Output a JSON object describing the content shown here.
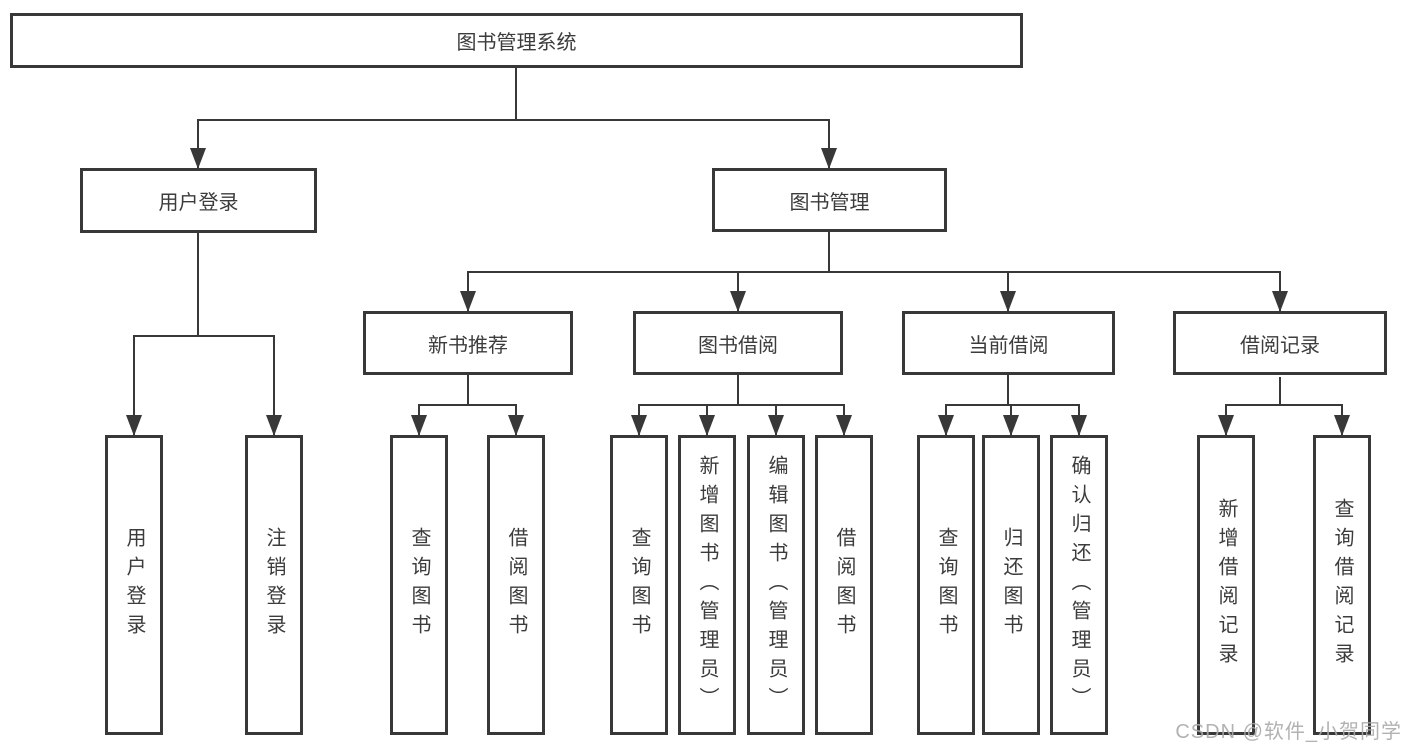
{
  "diagram_title": "图书管理系统",
  "nodes": {
    "root": "图书管理系统",
    "user_login": "用户登录",
    "book_mgmt": "图书管理",
    "new_book_rec": "新书推荐",
    "book_borrow": "图书借阅",
    "current_borrow": "当前借阅",
    "borrow_records": "借阅记录",
    "leaf_user_login": "用户登录",
    "leaf_logout": "注销登录",
    "leaf_query_book_a": "查询图书",
    "leaf_borrow_book_a": "借阅图书",
    "leaf_query_book_b": "查询图书",
    "leaf_add_book_admin": "新增图书（管理员）",
    "leaf_edit_book_admin": "编辑图书（管理员）",
    "leaf_borrow_book_b": "借阅图书",
    "leaf_query_book_c": "查询图书",
    "leaf_return_book": "归还图书",
    "leaf_confirm_return_admin": "确认归还（管理员）",
    "leaf_add_borrow_record": "新增借阅记录",
    "leaf_query_borrow_record": "查询借阅记录"
  },
  "colors": {
    "line": "#383838",
    "text": "#3c3c3c",
    "watermark": "#aaaaaa"
  },
  "watermark": "CSDN @软件_小贺同学"
}
